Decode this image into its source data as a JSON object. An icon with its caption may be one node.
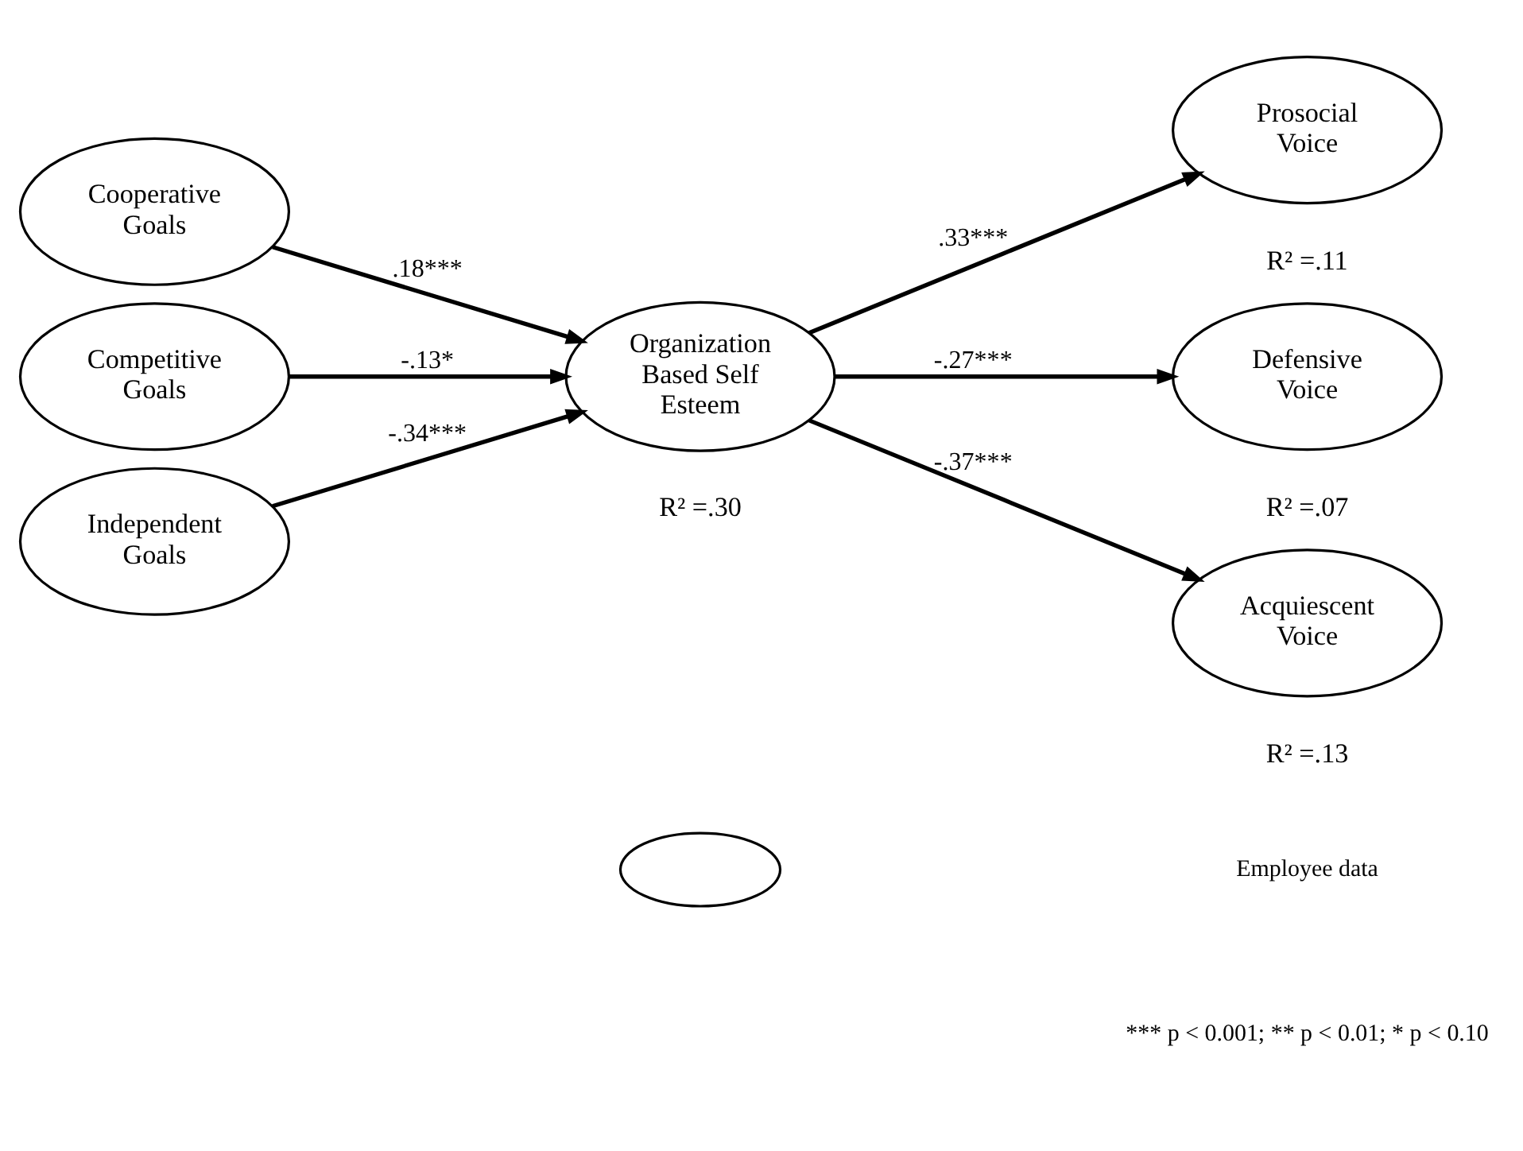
{
  "diagram": {
    "nodes": [
      {
        "text": [
          "Cooperative Goals"
        ]
      },
      {
        "text": [
          "Competitive Goals"
        ]
      },
      {
        "text": [
          "Independent Goals"
        ]
      },
      {
        "text": [
          "Organization Based Self Esteem"
        ],
        "beside": [
          "R² =.30"
        ]
      },
      {
        "text": [
          "Prosocial Voice"
        ],
        "beside": [
          "R² =.11"
        ]
      },
      {
        "text": [
          "Defensive Voice"
        ],
        "beside": [
          "R² =.07"
        ]
      },
      {
        "text": [
          "Acquiescent Voice"
        ],
        "beside": [
          "R² =.13"
        ]
      },
      {
        "text": [],
        "shape": "ellipse"
      }
    ],
    "edges": [
      {
        "from": 0,
        "to": 3,
        "arrow": "to",
        "label": ".18***"
      },
      {
        "from": 1,
        "to": 3,
        "arrow": "to",
        "label": "-.13*"
      },
      {
        "from": 2,
        "to": 3,
        "arrow": "to",
        "label": "-.34***"
      },
      {
        "from": 3,
        "to": 4,
        "arrow": "to",
        "label": ".33***"
      },
      {
        "from": 3,
        "to": 5,
        "arrow": "to",
        "label": "-.27***"
      },
      {
        "from": 3,
        "to": 6,
        "arrow": "to",
        "label": "-.37***"
      }
    ],
    "labels": [
      "*** p < 0.001; ** p < 0.01; * p < 0.10"
    ],
    "legend": [
      {
        "text": "Employee data"
      }
    ]
  }
}
